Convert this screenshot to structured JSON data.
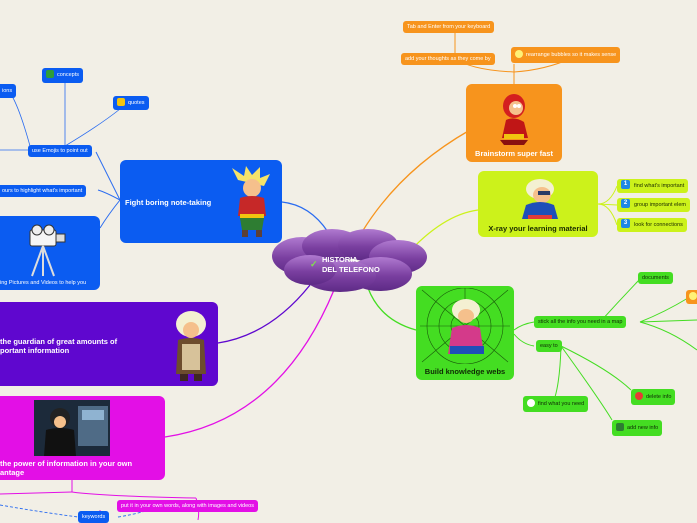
{
  "colors": {
    "orange": "#f7941d",
    "lime": "#ccf21b",
    "green": "#44dd22",
    "blue": "#0b5cf1",
    "purple": "#5f07cf",
    "magenta": "#e30fe6",
    "center": "#7a3fa0"
  },
  "center": {
    "title_line1": "HISTORIA",
    "title_line2": "DEL TELEFONO"
  },
  "topics": {
    "brainstorm": "Brainstorm super fast",
    "xray": "X-ray your learning material",
    "knowledge": "Build knowledge webs",
    "boring": "Fight boring note-taking",
    "guardian": "the guardian of great amounts of\nportant information",
    "power": "the power of information in your own\nantage"
  },
  "brainstorm_items": {
    "tab_enter": "Tab and Enter from your keyboard",
    "add_thoughts": "add your thoughts as they come by",
    "rearrange": "rearrange bubbles so it makes sense"
  },
  "xray_items": [
    {
      "num": "1",
      "text": "find what's important"
    },
    {
      "num": "2",
      "text": "group important elem"
    },
    {
      "num": "3",
      "text": "look for connections"
    }
  ],
  "knowledge_items": {
    "stick": "stick all the info you need in a map",
    "documents": "documents",
    "easy": "easy to",
    "find": "find what you need",
    "delete": "delete info",
    "add": "add new info"
  },
  "boring_items": {
    "emojis": "use Emojis to point out",
    "concepts": "concepts",
    "quotes": "quotes",
    "ions": "ions",
    "colours": "ours to highlight what's important",
    "pictures": "ing Pictures and Videos to help you"
  },
  "power_items": {
    "own_words": "put it in your own words, along with images and videos",
    "keywords": "keywords"
  },
  "icons": {
    "concepts": "green-book-icon",
    "quotes": "quote-icon",
    "rearrange": "lightbulb-icon",
    "find": "magnifier-icon",
    "delete": "no-entry-icon",
    "add": "book-icon",
    "documents_extra": "lightbulb-icon"
  }
}
